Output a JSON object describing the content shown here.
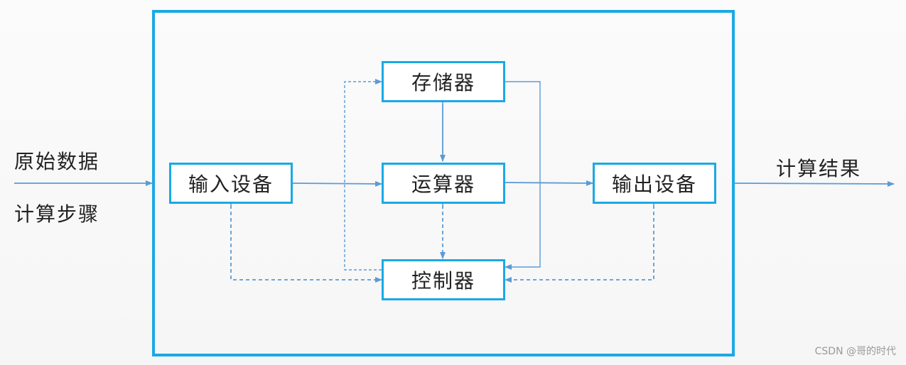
{
  "diagram": {
    "nodes": {
      "memory": "存储器",
      "input": "输入设备",
      "alu": "运算器",
      "output": "输出设备",
      "controller": "控制器"
    },
    "inputs": {
      "line1": "原始数据",
      "line2": "计算步骤"
    },
    "output_label": "计算结果",
    "watermark": "CSDN @哥的时代"
  },
  "colors": {
    "box_border": "#1aa9e6",
    "arrow": "#5b9bd5",
    "text": "#222222"
  }
}
